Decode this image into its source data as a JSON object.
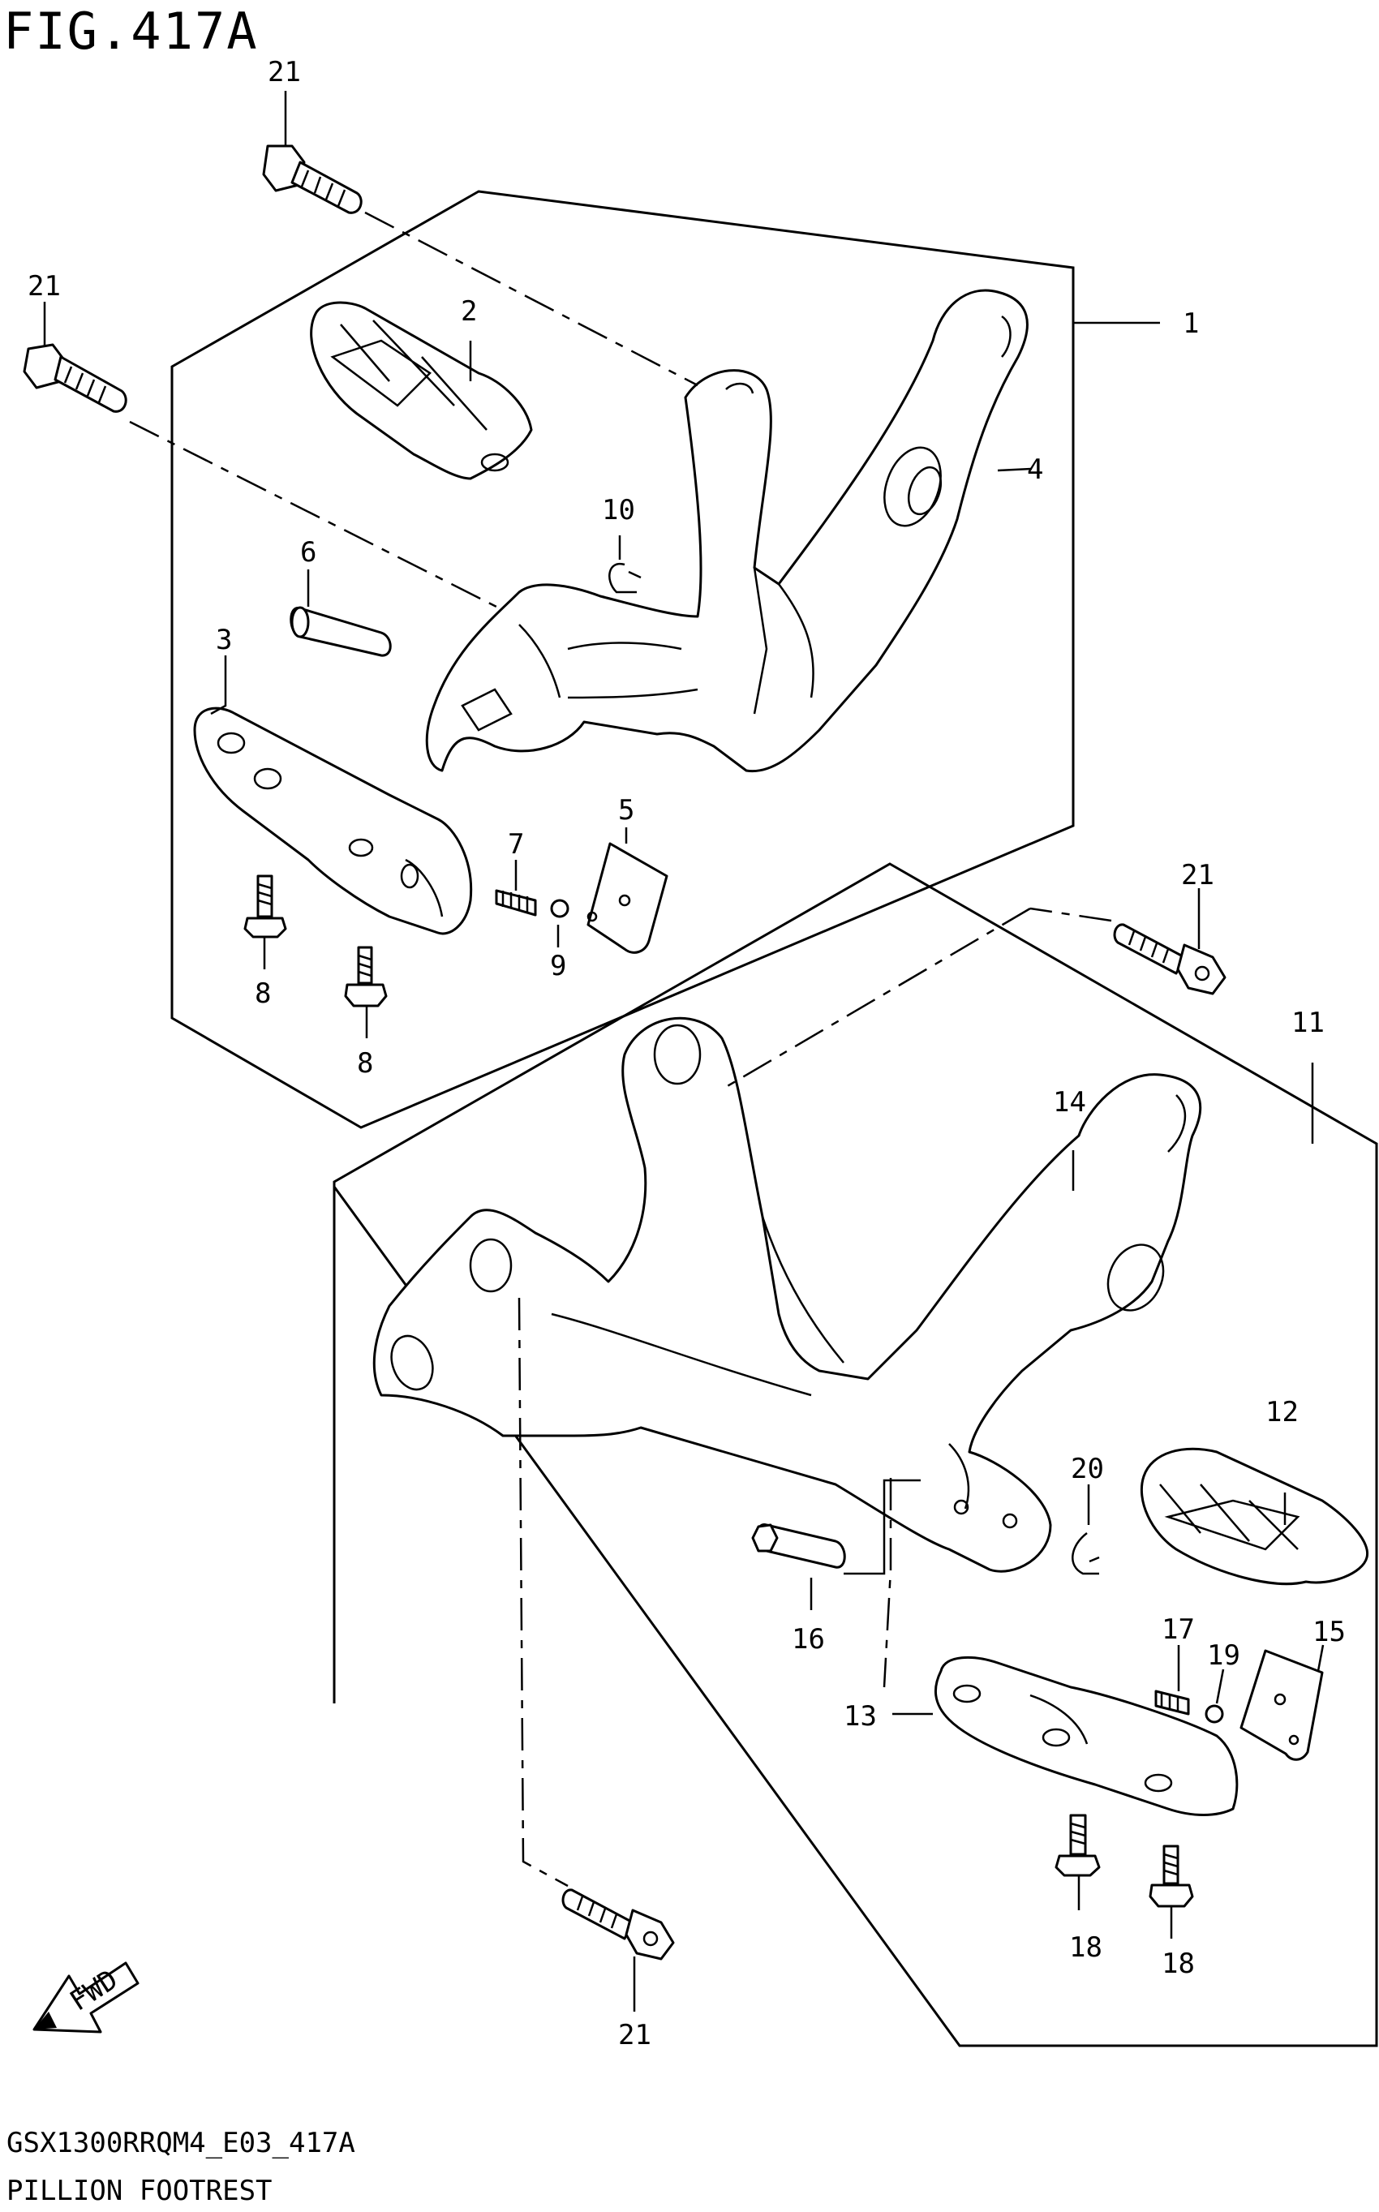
{
  "figure": {
    "title": "FIG.417A",
    "code": "GSX1300RRQM4_E03_417A",
    "caption": "PILLION FOOTREST",
    "fwd_label": "FWD"
  },
  "callouts": {
    "c1": "1",
    "c2": "2",
    "c3": "3",
    "c4": "4",
    "c5": "5",
    "c6": "6",
    "c7": "7",
    "c8a": "8",
    "c8b": "8",
    "c9": "9",
    "c10": "10",
    "c11": "11",
    "c12": "12",
    "c13": "13",
    "c14": "14",
    "c15": "15",
    "c16": "16",
    "c17": "17",
    "c18a": "18",
    "c18b": "18",
    "c19": "19",
    "c20": "20",
    "c21a": "21",
    "c21b": "21",
    "c21c": "21",
    "c21d": "21"
  }
}
